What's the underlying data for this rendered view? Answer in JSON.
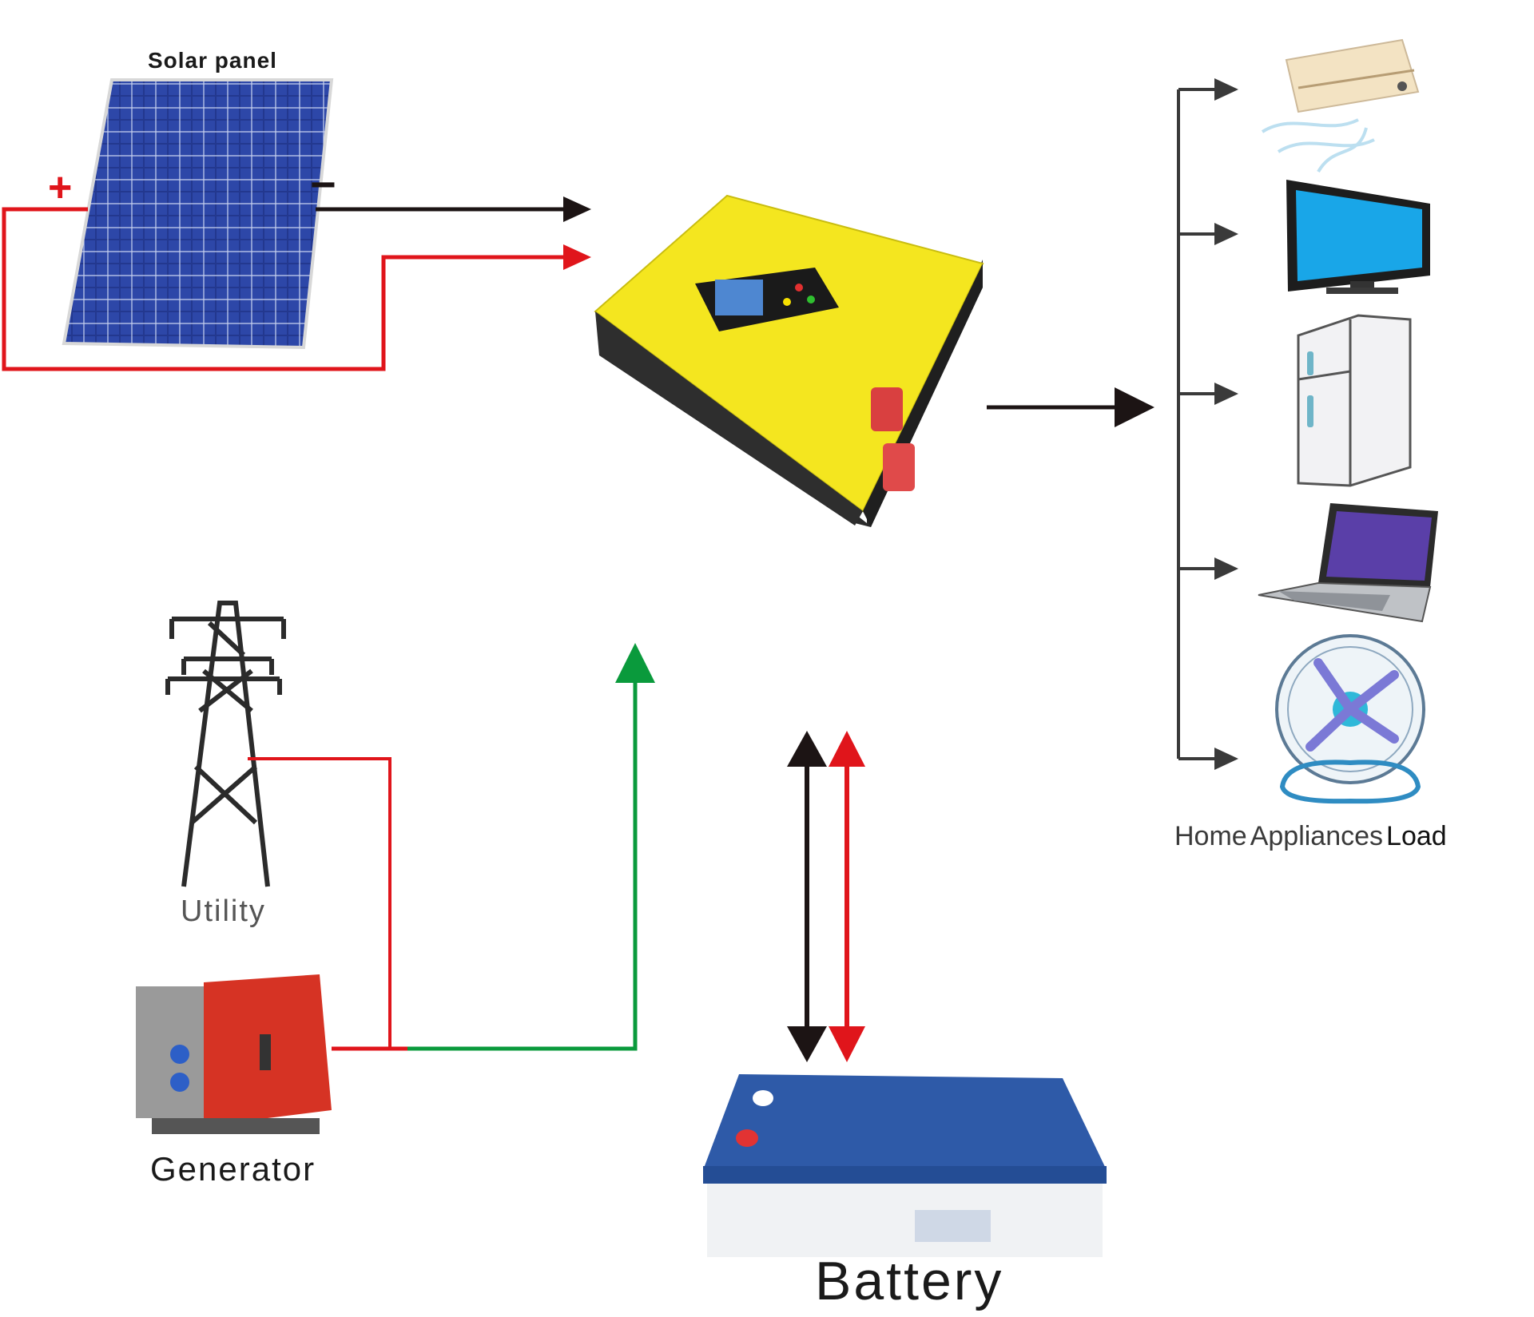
{
  "labels": {
    "solar_panel": "Solar panel",
    "plus_sign": "+",
    "minus_sign": "−",
    "utility": "Utility",
    "generator": "Generator",
    "battery": "Battery",
    "load_home": "Home",
    "load_appliances": "Appliances",
    "load_load": "Load"
  },
  "colors": {
    "wire_black": "#1c1414",
    "wire_red": "#e0151b",
    "wire_green": "#0a9a3c",
    "inverter_yellow": "#f4e61f",
    "inverter_dark": "#2b2b2b",
    "panel_blue": "#23388f",
    "battery_blue": "#2e5aa8",
    "generator_red": "#d63324"
  },
  "icons": [
    "solar-panel-icon",
    "inverter-icon",
    "tower-icon",
    "generator-icon",
    "battery-icon",
    "air-conditioner-icon",
    "tv-icon",
    "fridge-icon",
    "laptop-icon",
    "fan-icon"
  ]
}
